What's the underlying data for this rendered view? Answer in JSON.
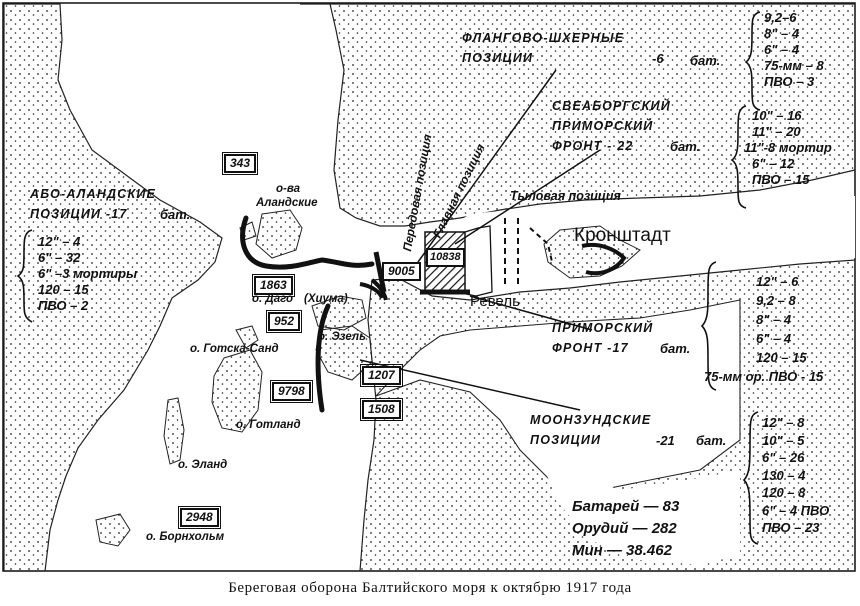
{
  "positions": {
    "flang": {
      "title_1": "ФЛАНГОВО-ШХЕРНЫЕ",
      "title_2": "ПОЗИЦИИ",
      "count": "-6",
      "unit": "бат.",
      "items": [
        "9,2–6",
        "8\" – 4",
        "6\" – 4",
        "75-мм – 8",
        "ПВО – 3"
      ]
    },
    "sveaborg": {
      "title_1": "СВЕАБОРГСКИЙ",
      "title_2": "ПРИМОРСКИЙ",
      "title_3": "ФРОНТ - 22",
      "unit": "бат.",
      "items": [
        "10\" – 16",
        "11\" – 20",
        "11\"-8 мортир",
        "6\" – 12",
        "ПВО – 15"
      ]
    },
    "abo": {
      "title_1": "АБО-АЛАНДСКИЕ",
      "title_2": "ПОЗИЦИИ -17",
      "unit": "бат.",
      "items": [
        "12\" – 4",
        "6\" – 32",
        "6\" –3 мортиры",
        "120 – 15",
        "ПВО – 2"
      ]
    },
    "primorsky": {
      "title_1": "ПРИМОРСКИЙ",
      "title_2": "ФРОНТ -17",
      "unit": "бат.",
      "items": [
        "12\" – 6",
        "9,2 – 8",
        "8\" – 4",
        "6\" – 4",
        "120 – 15",
        "75-мм ор. ПВО - 15"
      ]
    },
    "moon": {
      "title_1": "МООНЗУНДСКИЕ",
      "title_2": "ПОЗИЦИИ",
      "count": "-21",
      "unit": "бат.",
      "items": [
        "12\" – 8",
        "10\" – 5",
        "6\" – 26",
        "130 – 4",
        "120 – 8",
        "6\" – 4 ПВО",
        "ПВО – 23"
      ]
    }
  },
  "lines": {
    "forward": "Передовая позиция",
    "main": "Главная позиция",
    "rear": "Тыловая позиция"
  },
  "places": {
    "kronstadt": "Кронштадт",
    "revel": "Ревель",
    "aland_1": "о-ва",
    "aland_2": "Аландские",
    "dago": "о. Даго",
    "hiuma": "(Хиума)",
    "ezel": "о. Эзель",
    "gotska": "о. Готска-Санд",
    "gotland": "о. Готланд",
    "eland": "о. Эланд",
    "bornholm": "о. Борнхольм"
  },
  "depths": {
    "d343": "343",
    "d1863": "1863",
    "d952": "952",
    "d9798": "9798",
    "d1207": "1207",
    "d1508": "1508",
    "d2948": "2948",
    "d9005": "9005",
    "d10838": "10838"
  },
  "totals": {
    "batteries": "Батарей — 83",
    "guns": "Орудий — 282",
    "mines": "Мин — 38.462"
  },
  "caption": "Береговая оборона Балтийского моря к октябрю 1917 года"
}
